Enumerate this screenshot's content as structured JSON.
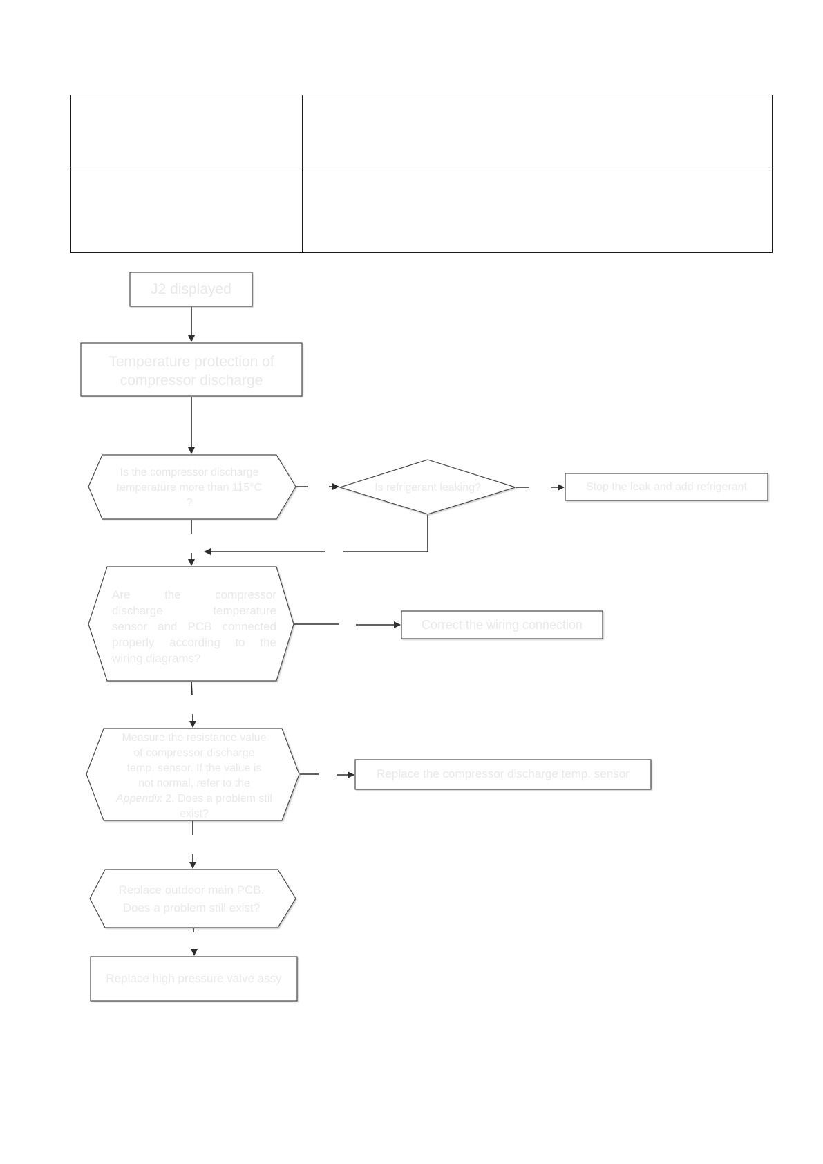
{
  "table": {
    "rows": [
      {
        "label": "",
        "value": ""
      },
      {
        "label": "",
        "value": ""
      }
    ]
  },
  "flow": {
    "start": "J2 displayed",
    "protection": {
      "line1": "Temperature protection of",
      "line2": "compressor discharge"
    },
    "q_temp": {
      "line1": "Is the compressor discharge",
      "line2": "temperature more than 115°C",
      "line3": "?"
    },
    "q_leak": "Is refrigerant leaking?",
    "fix_leak": "Stop the leak and add refrigerant",
    "q_wiring": {
      "line1": [
        "Are",
        "the",
        "compressor"
      ],
      "line2": [
        "discharge",
        "temperature"
      ],
      "line3": "sensor and PCB connected",
      "line4": [
        "properly",
        "according",
        "to",
        "the"
      ],
      "line5": "wiring diagrams?"
    },
    "fix_wiring": "Correct the wiring connection",
    "q_resistance": {
      "line1": "Measure the resistance value",
      "line2": "of compressor discharge",
      "line3": "temp. sensor. If the value is",
      "line4": "not normal, refer to the",
      "line5_em": "Appendix",
      "line5_rest": " 2. Does a problem stil",
      "line6": "exist?"
    },
    "fix_sensor": "Replace the compressor discharge temp. sensor",
    "q_pcb": {
      "line1": "Replace outdoor main PCB.",
      "line2": "Does a problem still exist?"
    },
    "end": "Replace high pressure valve assy"
  }
}
